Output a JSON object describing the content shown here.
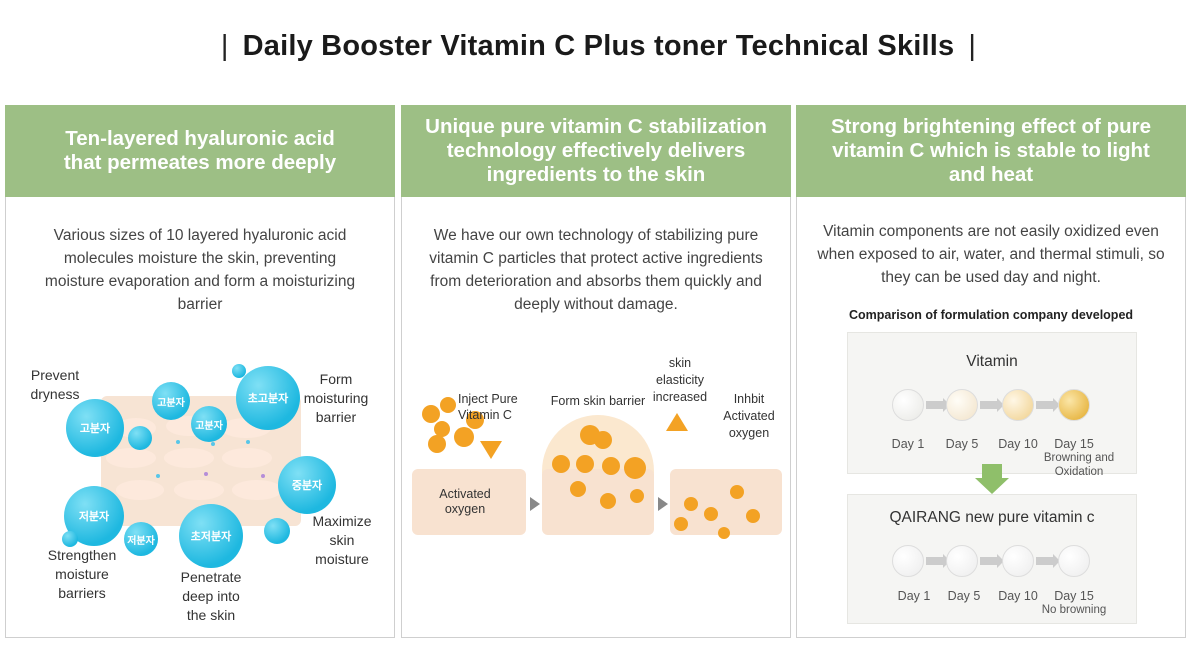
{
  "title": "Daily Booster Vitamin C Plus toner Technical Skills",
  "panels": [
    {
      "heading": "Ten-layered hyaluronic acid that permeates more deeply",
      "body": "Various sizes of 10 layered hyaluronic acid molecules moisture the skin, preventing moisture evaporation and form a moisturizing barrier",
      "labels": {
        "prevent": "Prevent dryness",
        "form": "Form moisturing barrier",
        "maximize": "Maximize skin moisture",
        "strengthen": "Strengthen moisture barriers",
        "penetrate": "Penetrate deep into the skin"
      },
      "bubbles": {
        "high_a": "고분자",
        "high_b": "고분자",
        "high_c": "고분자",
        "ultra_high": "초고분자",
        "medium": "중분자",
        "low_a": "저분자",
        "low_b": "저분자",
        "ultra_low": "초저분자"
      }
    },
    {
      "heading": "Unique pure vitamin C stabilization technology effectively delivers ingredients to the skin",
      "body": "We have our own technology of stabilizing pure vitamin C particles that protect active ingredients from deterioration and absorbs them quickly and deeply without damage.",
      "labels": {
        "inject": "Inject Pure Vitamin C",
        "barrier": "Form skin barrier",
        "elasticity": "skin elasticity increased",
        "inhibit": "Inhbit Activated oxygen",
        "activated": "Activated oxygen"
      }
    },
    {
      "heading": "Strong brightening effect of pure vitamin C which is stable to light and heat",
      "body": "Vitamin components are not easily oxidized even when exposed to air, water, and thermal stimuli, so they can be used day and night.",
      "comparison_title": "Comparison of formulation company developed",
      "vitamin_box": {
        "title": "Vitamin",
        "days": [
          "Day 1",
          "Day 5",
          "Day 10",
          "Day 15"
        ],
        "note": "Browning and Oxidation",
        "colors": [
          "#f2f2ef",
          "#f6ead7",
          "#f3d9a0",
          "#e8b840"
        ]
      },
      "qairang_box": {
        "title": "QAIRANG new pure vitamin c",
        "days": [
          "Day 1",
          "Day 5",
          "Day 10",
          "Day 15"
        ],
        "note": "No browning",
        "colors": [
          "#f1f1f1",
          "#f1f1f1",
          "#f1f1f1",
          "#f1f1f1"
        ]
      }
    }
  ],
  "colors": {
    "header_green": "#9dbf85",
    "bubble_blue": "#1eb8e0",
    "vitamin_orange": "#f3a224",
    "arrow_green": "#8fbf6a"
  }
}
